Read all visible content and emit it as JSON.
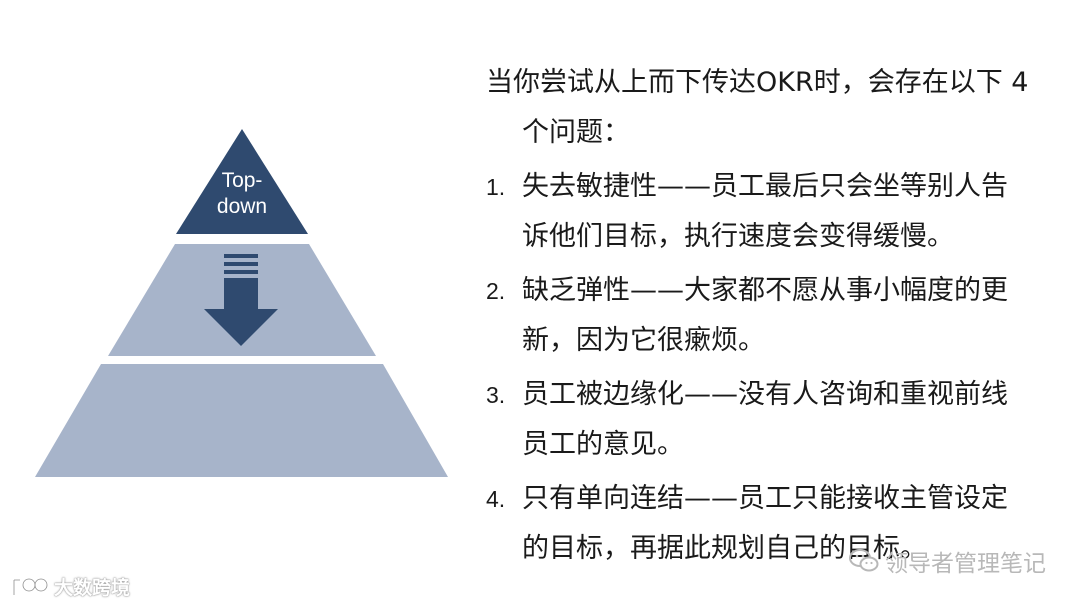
{
  "colors": {
    "apex": "#2f4a6f",
    "tier": "#a7b4ca",
    "arrow": "#2f4a6f",
    "apex_text": "#ffffff"
  },
  "pyramid": {
    "apex_label_line1": "Top-",
    "apex_label_line2": "down",
    "icon": "down-arrow-icon"
  },
  "text": {
    "intro": "当你尝试从上而下传达OKR时，会存在以下 4 个问题：",
    "issues": [
      {
        "number": "1.",
        "line1": "失去敏捷性——员工最后只会坐等别人告",
        "line2": "诉他们目标，执行速度会变得缓慢。"
      },
      {
        "number": "2.",
        "line1": "缺乏弹性——大家都不愿从事小幅度的更",
        "line2": "新，因为它很瘶烦。"
      },
      {
        "number": "3.",
        "line1": "员工被边缘化——没有人咨询和重视前线",
        "line2": "员工的意见。"
      },
      {
        "number": "4.",
        "line1": "只有单向连结——员工只能接收主管设定",
        "line2": "的目标，再据此规划自己的目标。"
      }
    ]
  },
  "watermarks": {
    "right": "领导者管理笔记",
    "right_icon": "wechat-icon",
    "left": "大数跨境",
    "left_icon": "brand-logo-icon"
  }
}
